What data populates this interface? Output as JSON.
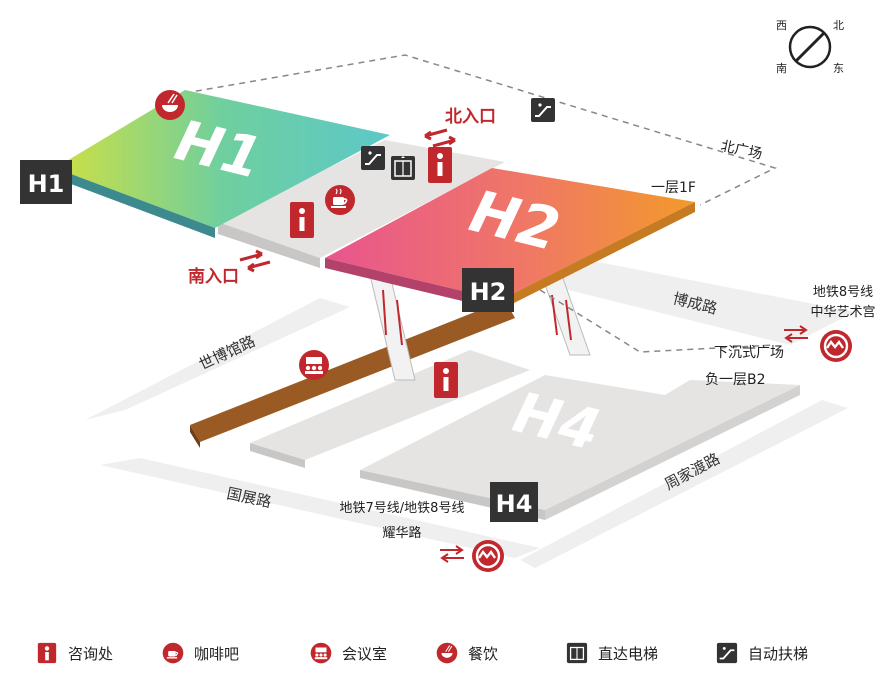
{
  "compass": {
    "north": "北",
    "south": "南",
    "east": "东",
    "west": "西"
  },
  "halls": {
    "h1": "H1",
    "h2": "H2",
    "h4": "H4"
  },
  "levels": {
    "ground": "一层1F",
    "basement": "负一层B2"
  },
  "areas": {
    "north_square": "北广场",
    "sunken_square": "下沉式广场"
  },
  "entrances": {
    "north": "北入口",
    "south": "南入口"
  },
  "roads": {
    "bocheng": "博成路",
    "shibo": "世博馆路",
    "guozhan": "国展路",
    "zhoujiadu": "周家渡路"
  },
  "metro": {
    "art_palace_line1": "地铁8号线",
    "art_palace_line2": "中华艺术宫",
    "yaohua_line1": "地铁7号线/地铁8号线",
    "yaohua_line2": "耀华路"
  },
  "legend": {
    "info": "咨询处",
    "cafe": "咖啡吧",
    "meeting": "会议室",
    "dining": "餐饮",
    "elevator": "直达电梯",
    "escalator": "自动扶梯"
  },
  "colors": {
    "brand_red": "#c0282d",
    "dark_tile": "#333333",
    "floor_gray": "#e6e4e3",
    "corridor_brown": "#9a5a24"
  }
}
